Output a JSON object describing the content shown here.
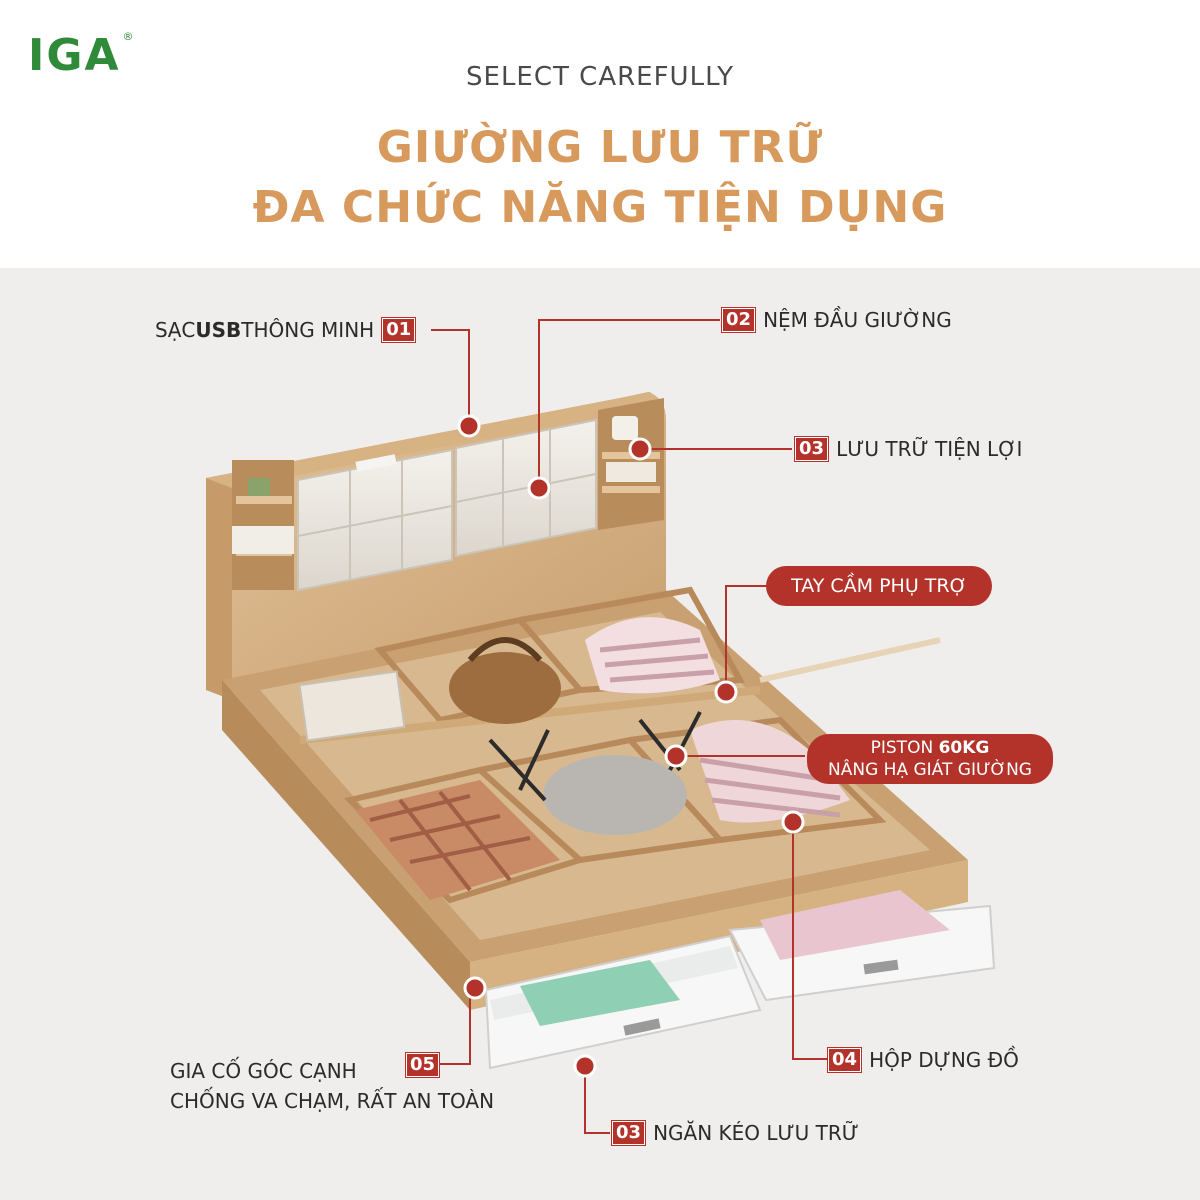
{
  "brand": {
    "logo": "IGA",
    "reg": "®",
    "color": "#2f8a3a"
  },
  "header": {
    "eyebrow": "SELECT CAREFULLY",
    "title_line1": "GIƯỜNG LƯU TRỮ",
    "title_line2": "ĐA CHỨC NĂNG TIỆN DỤNG",
    "title_color": "#d89a5c"
  },
  "accent_color": "#b3332b",
  "callouts": {
    "usb": {
      "pre": "SẠC ",
      "bold": "USB",
      "post": " THÔNG MINH",
      "num": "01"
    },
    "cushion": {
      "num": "02",
      "text": "NỆM ĐẦU GIƯỜNG"
    },
    "storage": {
      "num": "03",
      "text": "LƯU TRỮ TIỆN LỢI"
    },
    "handle": {
      "text": "TAY CẦM PHỤ TRỢ"
    },
    "piston": {
      "pre": "PISTON ",
      "bold": "60KG",
      "line2": "NÂNG HẠ GIÁT GIƯỜNG"
    },
    "box": {
      "num": "04",
      "text": "HỘP DỰNG ĐỒ"
    },
    "corner": {
      "num": "05",
      "line1": "GIA CỐ GÓC CẠNH",
      "line2": "CHỐNG VA CHẠM, RẤT AN TOÀN"
    },
    "drawer": {
      "num": "03",
      "text": "NGĂN KÉO LƯU TRỮ"
    }
  }
}
